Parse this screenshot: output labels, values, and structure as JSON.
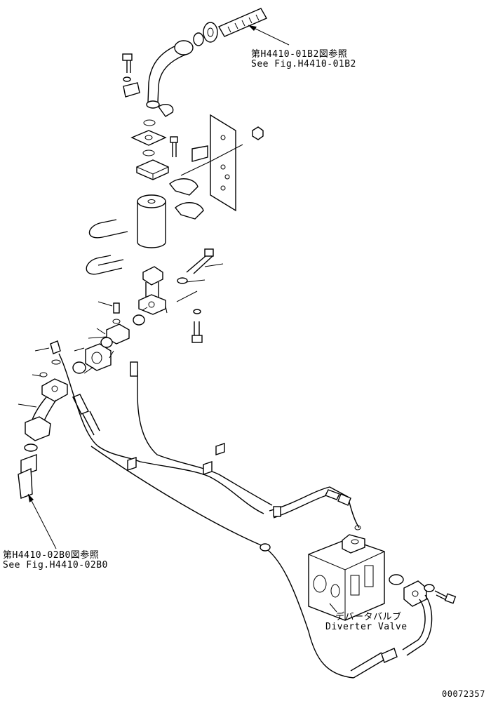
{
  "refs": {
    "top": {
      "jp": "第H4410-01B2図参照",
      "en": "See Fig.H4410-01B2"
    },
    "left": {
      "jp": "第H4410-02B0図参照",
      "en": "See Fig.H4410-02B0"
    }
  },
  "diverter": {
    "jp": "デバータバルブ",
    "en": "Diverter Valve"
  },
  "drawing_number": "00072357"
}
